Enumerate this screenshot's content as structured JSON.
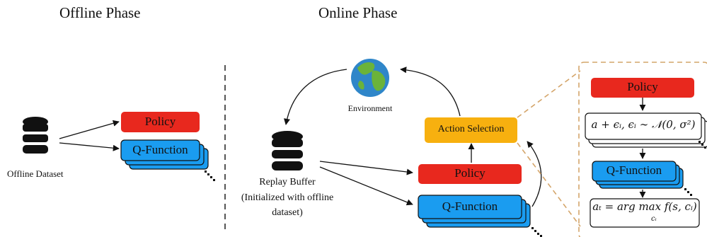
{
  "titles": {
    "offline": "Offline Phase",
    "online": "Online Phase"
  },
  "offline": {
    "dataset_label": "Offline Dataset",
    "policy_label": "Policy",
    "qfunction_label": "Q-Function"
  },
  "online": {
    "environment_label": "Environment",
    "replay_buffer_label": "Replay Buffer",
    "replay_buffer_note_1": "(Initialized with offline",
    "replay_buffer_note_2": "dataset)",
    "action_selection_label": "Action Selection",
    "policy_label": "Policy",
    "qfunction_label": "Q-Function"
  },
  "detail": {
    "policy_label": "Policy",
    "noise_formula": "a + ϵᵢ, ϵᵢ ∼ 𝒩(0, σ²)",
    "qfunction_label": "Q-Function",
    "argmax_formula": "aₜ = arg max f(s, cᵢ)",
    "argmax_subscript": "cᵢ"
  },
  "colors": {
    "policy": "#e8281e",
    "qfunction": "#1a9cf0",
    "action_selection": "#f7b00f",
    "callout_border": "#d4a56a",
    "separator": "#555555"
  }
}
